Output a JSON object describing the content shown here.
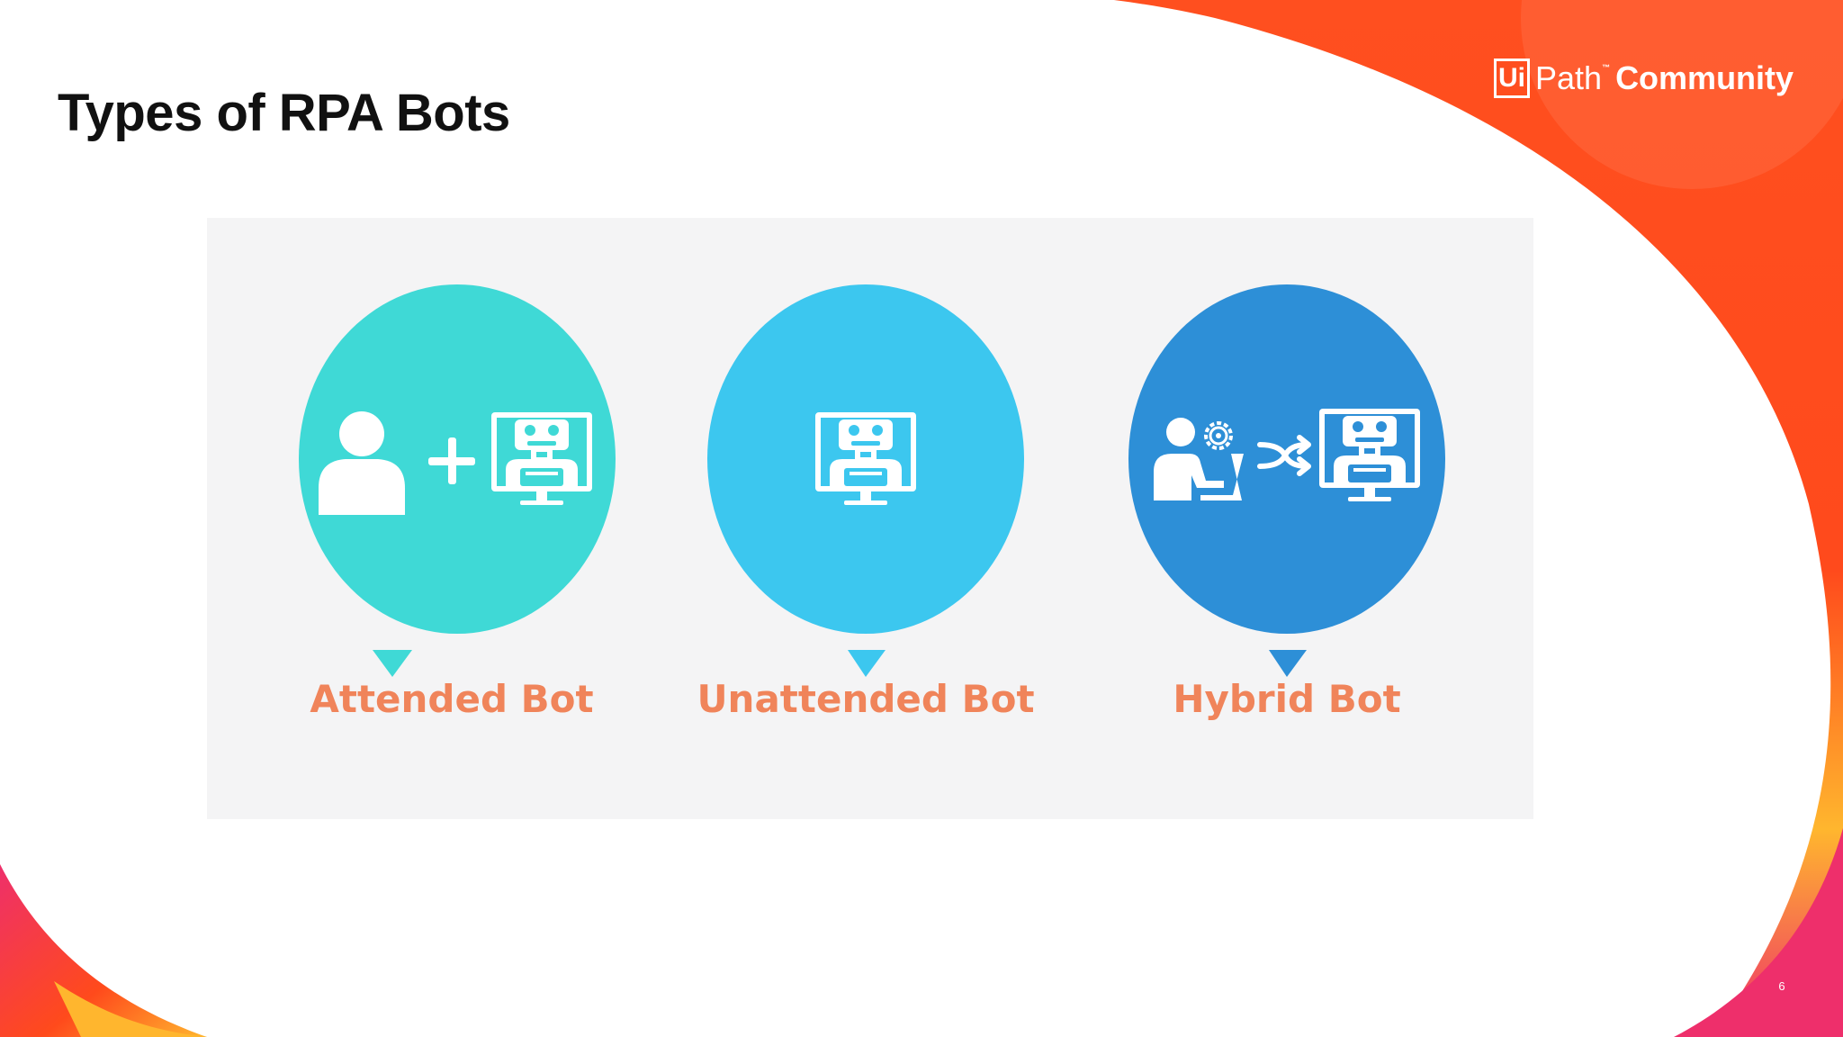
{
  "slide": {
    "title": "Types of RPA Bots",
    "page_number": "6"
  },
  "logo": {
    "ui": "Ui",
    "path": "Path",
    "tm": "™",
    "community": "Community"
  },
  "bots": [
    {
      "label": "Attended Bot",
      "color": "#3fd9d6"
    },
    {
      "label": "Unattended Bot",
      "color": "#3cc7ef"
    },
    {
      "label": "Hybrid Bot",
      "color": "#2d8fd7"
    }
  ],
  "colors": {
    "label_text": "#f0845a",
    "background_orange": "#ff4a1c",
    "background_pink": "#ee2f6b",
    "background_yellow": "#ffb62e",
    "figure_background": "#f4f4f5"
  },
  "icons": {
    "attended": [
      "person-icon",
      "plus-icon",
      "robot-monitor-icon"
    ],
    "unattended": [
      "robot-monitor-icon"
    ],
    "hybrid": [
      "person-laptop-icon",
      "gear-icon",
      "shuffle-icon",
      "robot-monitor-icon"
    ]
  }
}
